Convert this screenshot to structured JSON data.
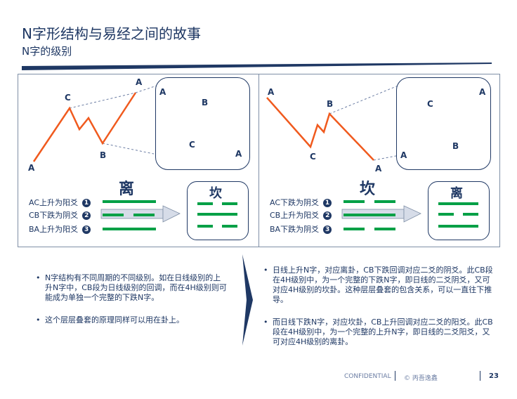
{
  "header": {
    "title": "N字形结构与易经之间的故事",
    "subtitle": "N字的级别"
  },
  "left_panel": {
    "main_points": {
      "A1": "A",
      "C": "C",
      "B": "B",
      "A2": "A"
    },
    "inset_points": {
      "A1": "A",
      "B": "B",
      "C": "C",
      "A2": "A"
    },
    "trigram_left": "离",
    "trigram_right": "坎",
    "legend": [
      {
        "text": "AC上升为阳爻",
        "num": "1"
      },
      {
        "text": "CB下跌为阴爻",
        "num": "2"
      },
      {
        "text": "BA上升为阳爻",
        "num": "3"
      }
    ]
  },
  "right_panel": {
    "main_points": {
      "A1": "A",
      "B": "B",
      "C": "C",
      "A2": "A"
    },
    "inset_points": {
      "A1": "A",
      "C": "C",
      "B": "B",
      "A2": "A"
    },
    "trigram_left": "坎",
    "trigram_right": "离",
    "legend": [
      {
        "text": "AC下跌为阴爻",
        "num": "1"
      },
      {
        "text": "CB上升为阳爻",
        "num": "2"
      },
      {
        "text": "BA下跌为阴爻",
        "num": "3"
      }
    ]
  },
  "notes_left": [
    "N字结构有不同周期的不同级别。如在日线级别的上升N字中，CB段为日线级别的回调，而在4H级别则可能成为单独一个完整的下跌N字。",
    "这个层层叠套的原理同样可以用在卦上。"
  ],
  "notes_right": [
    "日线上升N字，对应离卦，CB下跌回调对应二爻的阴爻。此CB段在4H级别中，为一个完整的下跌N字，即日线的二爻阴爻，又可对应4H级别的坎卦。这种层层叠套的包含关系，可以一直往下推导。",
    "而日线下跌N字，对应坎卦，CB上升回调对应二爻的阳爻。此CB段在4H级别中，为一个完整的上升N字，即日线的二爻阳爻，又可对应4H级别的离卦。"
  ],
  "footer": {
    "confidential": "CONFIDENTIAL",
    "copyright": "© 丙吾逸鑫",
    "page": "23"
  },
  "colors": {
    "navy": "#1f3864",
    "orange": "#f05a1e",
    "green": "#00a046",
    "arrow_fill": "#d6dce8"
  }
}
